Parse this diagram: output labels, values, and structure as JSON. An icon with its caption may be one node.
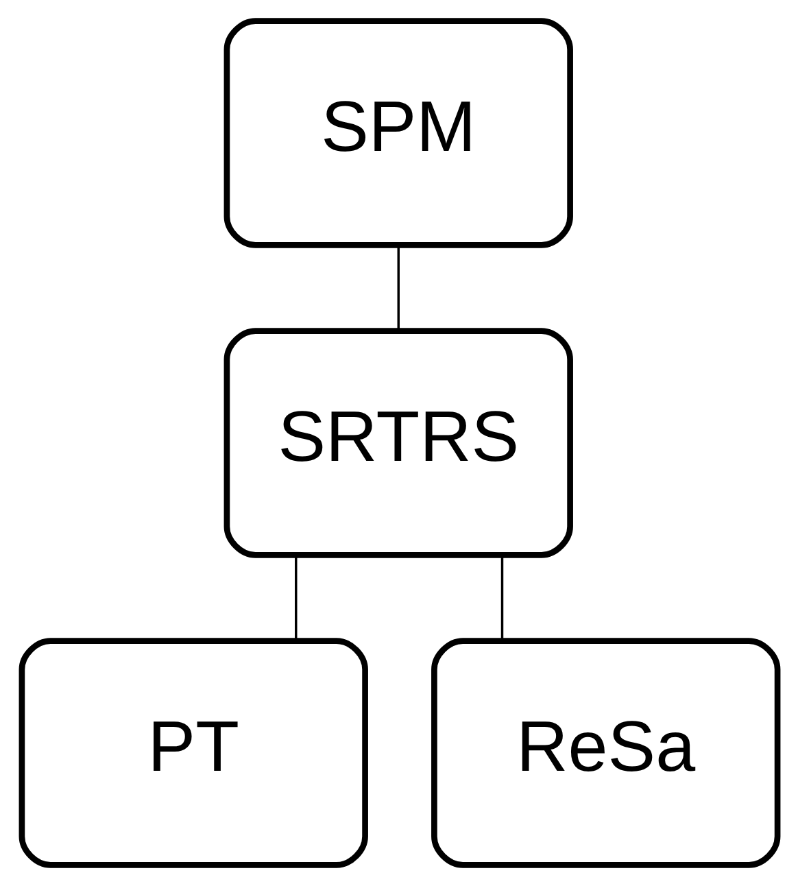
{
  "diagram": {
    "nodes": [
      {
        "text": [
          "SPM"
        ]
      },
      {
        "text": [
          "SRTRS"
        ]
      },
      {
        "text": [
          "PT"
        ]
      },
      {
        "text": [
          "ReSa"
        ]
      }
    ],
    "edges": [
      {
        "from": 0,
        "to": 1,
        "arrow": "none"
      },
      {
        "from": 1,
        "to": 2,
        "arrow": "none"
      },
      {
        "from": 1,
        "to": 3,
        "arrow": "none"
      }
    ]
  }
}
